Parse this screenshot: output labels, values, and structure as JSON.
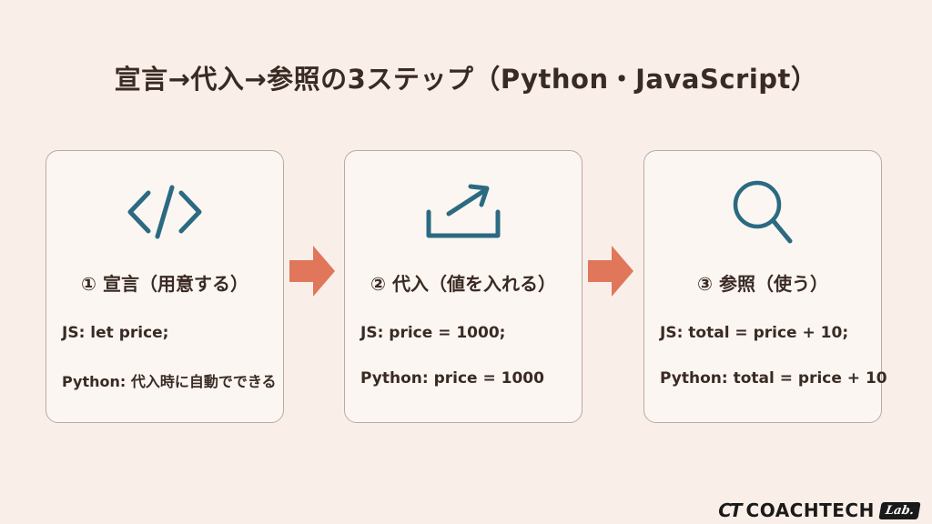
{
  "title": "宣言→代入→参照の3ステップ（Python・JavaScript）",
  "colors": {
    "background": "#f9efe8",
    "icon": "#2b6a82",
    "arrow": "#e0775a",
    "text": "#3a2a24"
  },
  "steps": [
    {
      "icon": "code-icon",
      "heading": "① 宣言（用意する）",
      "js": "JS: let price;",
      "python": "Python: 代入時に自動でできる"
    },
    {
      "icon": "share-arrow-icon",
      "heading": "② 代入（値を入れる）",
      "js": "JS: price = 1000;",
      "python": "Python: price = 1000"
    },
    {
      "icon": "search-icon",
      "heading": "③ 参照（使う）",
      "js": "JS: total = price + 10;",
      "python": "Python: total = price + 10"
    }
  ],
  "logo": {
    "mark": "CT",
    "brand": "COACHTECH",
    "badge": "Lab."
  }
}
